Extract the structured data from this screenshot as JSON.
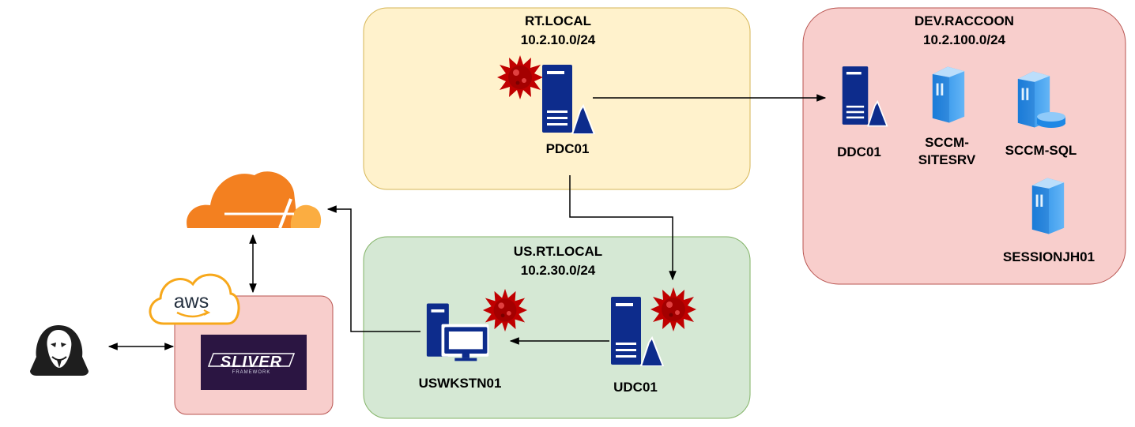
{
  "zones": {
    "rt": {
      "name": "RT.LOCAL",
      "subnet": "10.2.10.0/24"
    },
    "us": {
      "name": "US.RT.LOCAL",
      "subnet": "10.2.30.0/24"
    },
    "dev": {
      "name": "DEV.RACCOON",
      "subnet": "10.2.100.0/24"
    }
  },
  "hosts": {
    "pdc01": "PDC01",
    "udc01": "UDC01",
    "uswkstn01": "USWKSTN01",
    "ddc01": "DDC01",
    "sccm_sitesrv_line1": "SCCM-",
    "sccm_sitesrv_line2": "SITESRV",
    "sccm_sql": "SCCM-SQL",
    "sessionjh01": "SESSIONJH01"
  },
  "attacker": {
    "aws_label": "aws",
    "sliver_label": "SLIVER",
    "sliver_sub": "FRAMEWORK"
  },
  "colors": {
    "rt_zone": "#fff2cc",
    "rt_zone_border": "#d6b656",
    "us_zone": "#d5e8d4",
    "us_zone_border": "#82b366",
    "dev_zone": "#f8cecc",
    "dev_zone_border": "#b85450",
    "attacker_zone": "#f8cecc",
    "server_blue": "#0d2c8c",
    "compromise_red": "#cc0000",
    "cloudflare_orange": "#f38020",
    "aws_orange": "#f7a81b",
    "sliver_purple": "#3a1a52"
  },
  "icons": [
    "domain-controller-icon",
    "workstation-icon",
    "server-icon",
    "database-server-icon",
    "compromise-virus-icon",
    "cloudflare-icon",
    "aws-cloud-icon",
    "sliver-logo",
    "hacker-icon"
  ]
}
